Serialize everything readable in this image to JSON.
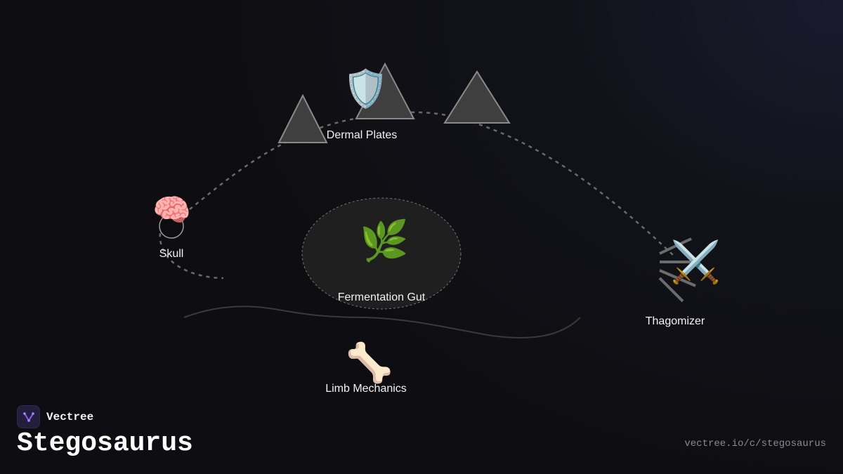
{
  "diagram": {
    "nodes": {
      "dermal_plates": {
        "label": "Dermal Plates",
        "icon": "shield-icon",
        "glyph": "🛡️"
      },
      "skull": {
        "label": "Skull",
        "icon": "brain-icon",
        "glyph": "🧠"
      },
      "fermentation_gut": {
        "label": "Fermentation Gut",
        "icon": "herb-icon",
        "glyph": "🌿"
      },
      "thagomizer": {
        "label": "Thagomizer",
        "icon": "crossed-swords-icon",
        "glyph": "⚔️"
      },
      "limb_mechanics": {
        "label": "Limb Mechanics",
        "icon": "bone-icon",
        "glyph": "🦴"
      }
    }
  },
  "footer": {
    "brand_name": "Vectree",
    "title": "Stegosaurus",
    "url": "vectree.io/c/stegosaurus"
  },
  "colors": {
    "background": "#0e0e12",
    "accent": "#8b5cf6",
    "plate_fill": "#3f3f3f",
    "plate_stroke": "#8a8a8a",
    "gut_fill": "#1f1f1f"
  }
}
